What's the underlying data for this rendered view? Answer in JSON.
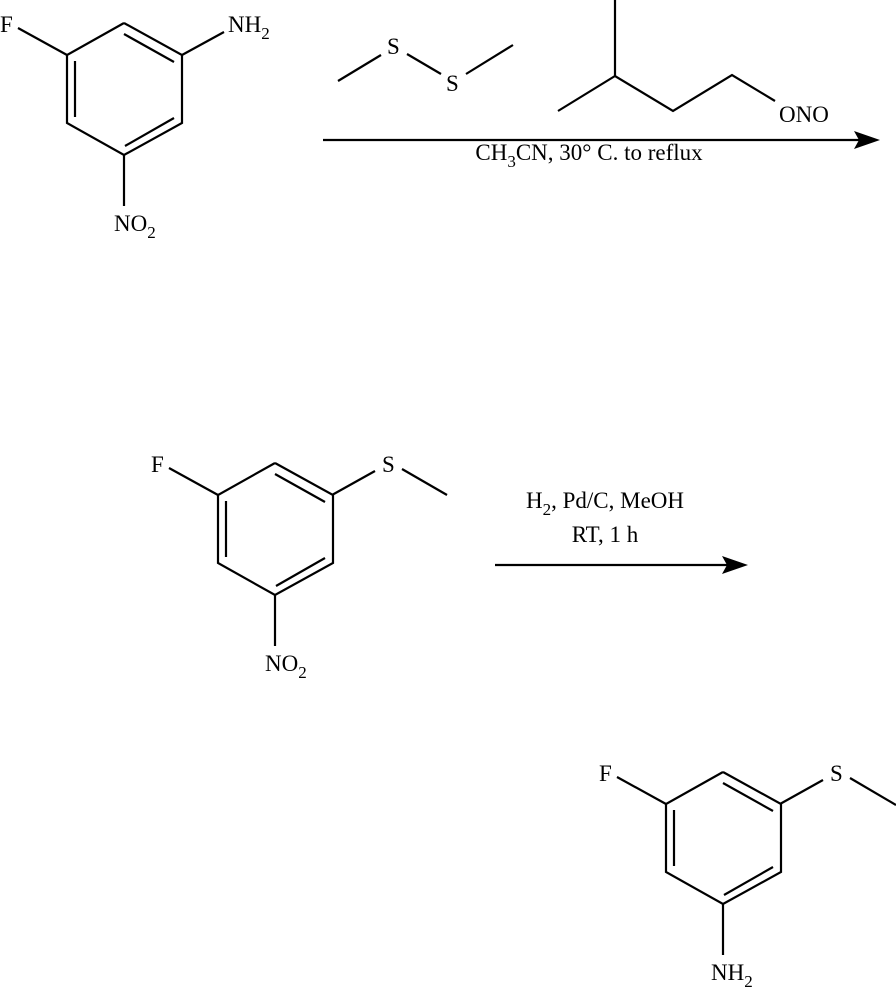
{
  "scheme": {
    "starting_material": {
      "substituents": {
        "top_left": "F",
        "top_right": [
          "NH",
          "2"
        ],
        "bottom": [
          "NO",
          "2"
        ]
      }
    },
    "reagents_step1": {
      "disulfide_atoms": [
        "S",
        "S"
      ],
      "nitrite_label": "ONO",
      "conditions": [
        "CH",
        "3",
        "CN, 30° C. to reflux"
      ]
    },
    "intermediate": {
      "substituents": {
        "top_left": "F",
        "top_right": "S",
        "bottom": [
          "NO",
          "2"
        ]
      }
    },
    "reagents_step2": {
      "line1": [
        "H",
        "2",
        ", Pd/C, MeOH"
      ],
      "line2": "RT, 1 h"
    },
    "product": {
      "substituents": {
        "top_left": "F",
        "top_right": "S",
        "bottom": [
          "NH",
          "2"
        ]
      }
    },
    "colors": {
      "ink": "#000000",
      "background": "#ffffff"
    }
  }
}
